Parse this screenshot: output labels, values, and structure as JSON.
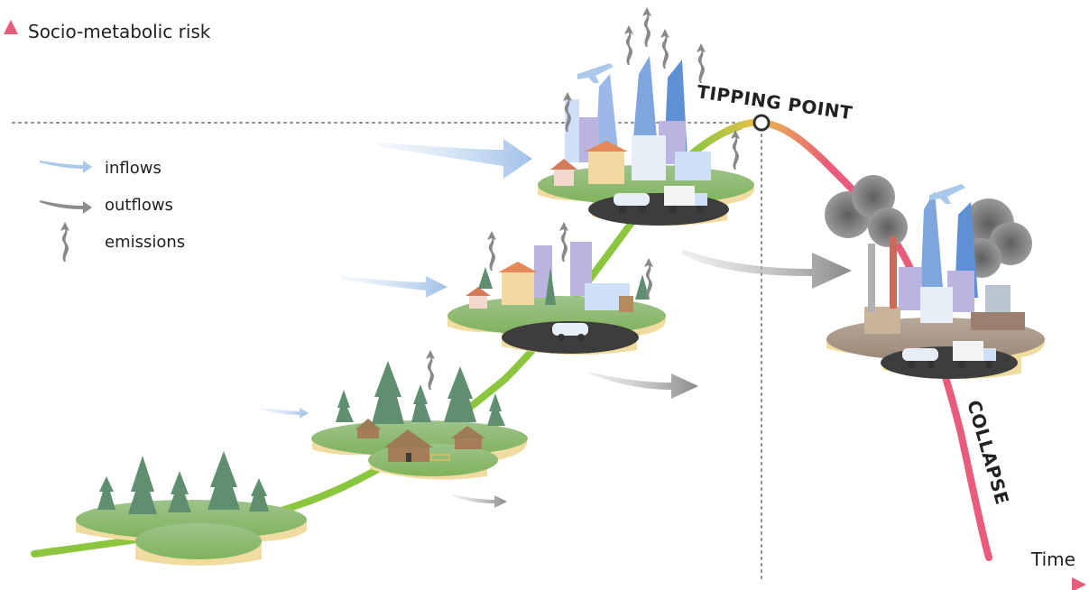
{
  "axes": {
    "y_label": "Socio-metabolic risk",
    "x_label": "Time"
  },
  "legend": {
    "inflows": "inflows",
    "outflows": "outflows",
    "emissions": "emissions"
  },
  "curve_labels": {
    "tipping_point": "TIPPING POINT",
    "collapse": "COLLAPSE"
  },
  "stages": [
    "forest",
    "village",
    "town",
    "city",
    "collapsed-city"
  ],
  "colors": {
    "growth_curve": "#8cc63f",
    "decline_curve": "#e85b7a",
    "axis_start": "#8cc63f",
    "axis_end": "#e85b7a",
    "inflow_arrow": "#a9c8ea",
    "outflow_arrow": "#8c8c8c",
    "emission_arrow": "#888888",
    "island_top": "#8fbf6a",
    "island_side": "#f0dca0",
    "road": "#3d3d3d",
    "tree": "#5f8f6e",
    "building_blue": "#7ea6dd",
    "building_lilac": "#b9b4e0",
    "smoke": "#6e6e6e"
  }
}
